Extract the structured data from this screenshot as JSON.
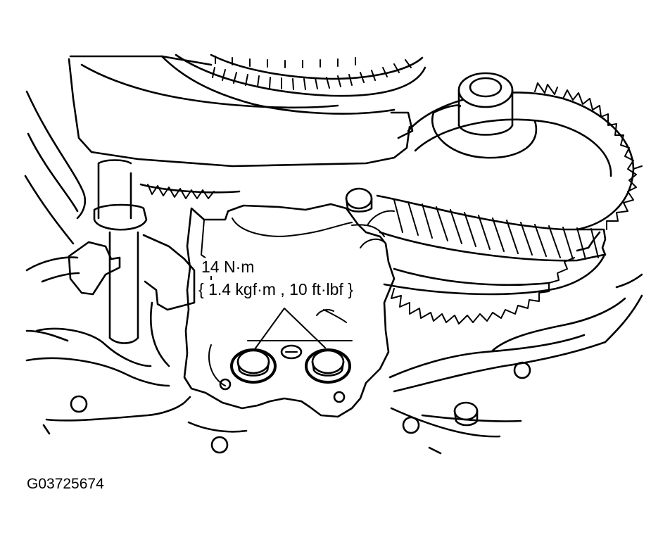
{
  "diagram": {
    "torque_spec": {
      "primary": "14 N·m",
      "secondary": "{ 1.4 kgf·m , 10 ft·lbf }"
    },
    "figure_id": "G03725674"
  }
}
